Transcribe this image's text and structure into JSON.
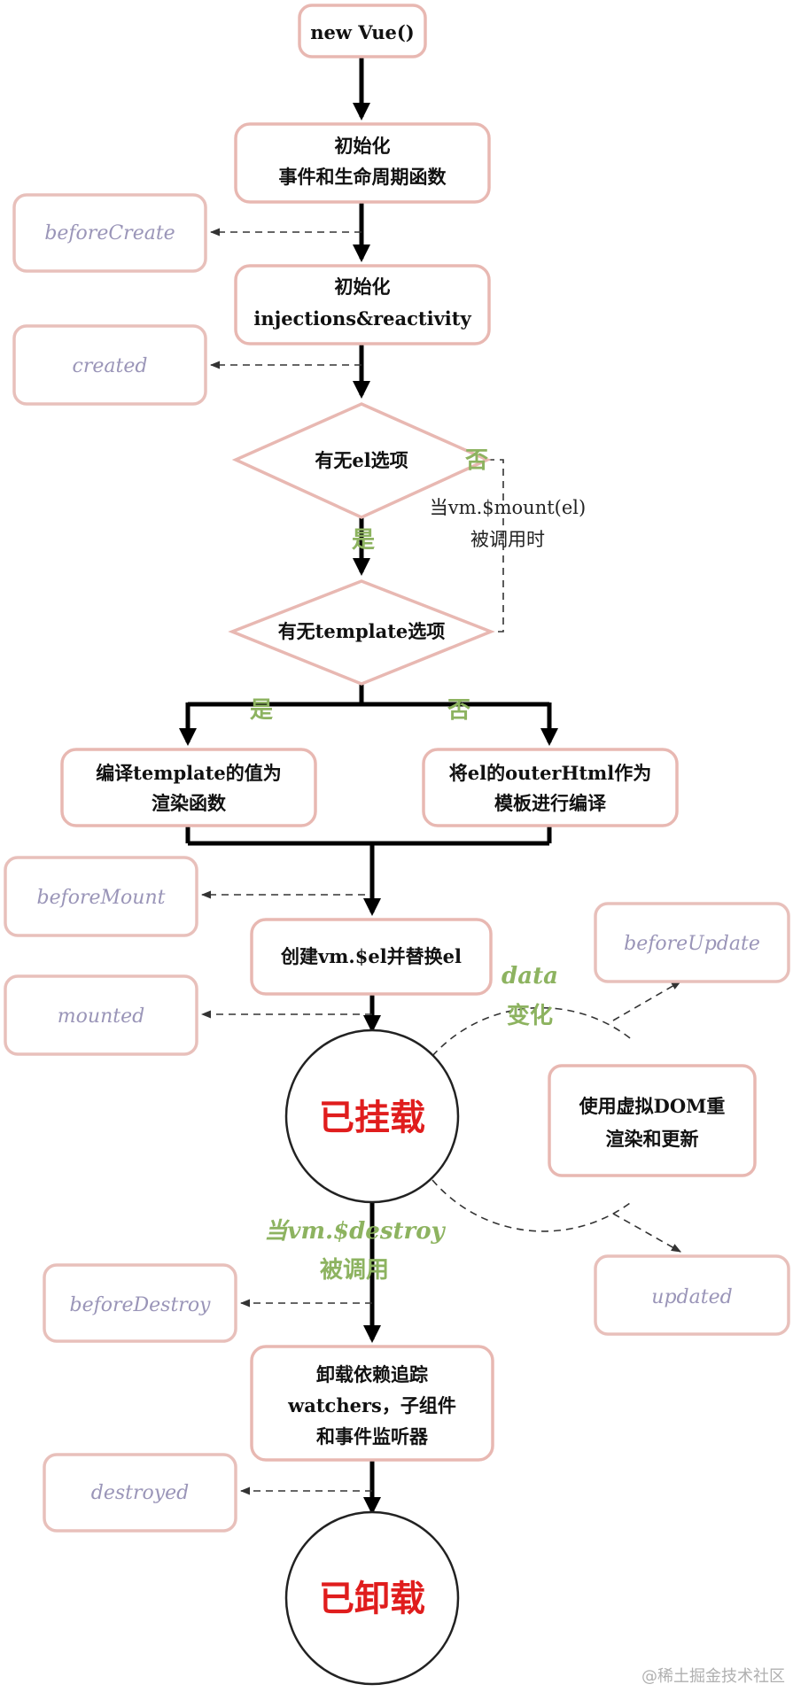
{
  "nodes": {
    "new_vue": "new Vue()",
    "init_events_l1": "初始化",
    "init_events_l2": "事件和生命周期函数",
    "init_inject_l1": "初始化",
    "init_inject_l2": "injections&reactivity",
    "has_el": "有无el选项",
    "has_template": "有无template选项",
    "compile_template_l1": "编译template的值为",
    "compile_template_l2": "渲染函数",
    "compile_outer_l1": "将el的outerHtml作为",
    "compile_outer_l2": "模板进行编译",
    "create_el": "创建vm.$el并替换el",
    "mounted_state": "已挂载",
    "rerender_l1": "使用虚拟DOM重",
    "rerender_l2": "渲染和更新",
    "teardown_l1": "卸载依赖追踪",
    "teardown_l2": "watchers，子组件",
    "teardown_l3": "和事件监听器",
    "destroyed_state": "已卸载"
  },
  "hooks": {
    "before_create": "beforeCreate",
    "created": "created",
    "before_mount": "beforeMount",
    "mounted": "mounted",
    "before_update": "beforeUpdate",
    "updated": "updated",
    "before_destroy": "beforeDestroy",
    "destroyed": "destroyed"
  },
  "labels": {
    "no_el": "否",
    "yes_el": "是",
    "mount_call_l1": "当vm.$mount(el)",
    "mount_call_l2": "被调用时",
    "yes_template": "是",
    "no_template": "否",
    "data_change_l1": "data",
    "data_change_l2": "变化",
    "destroy_call_l1": "当vm.$destroy",
    "destroy_call_l2": "被调用"
  },
  "watermark": "@稀土掘金技术社区",
  "colors": {
    "box_border": "#e8b8b2",
    "hook_text": "#9a95b8",
    "green_label": "#8db360",
    "state_red": "#e01d1d",
    "flow_line": "#000000"
  }
}
